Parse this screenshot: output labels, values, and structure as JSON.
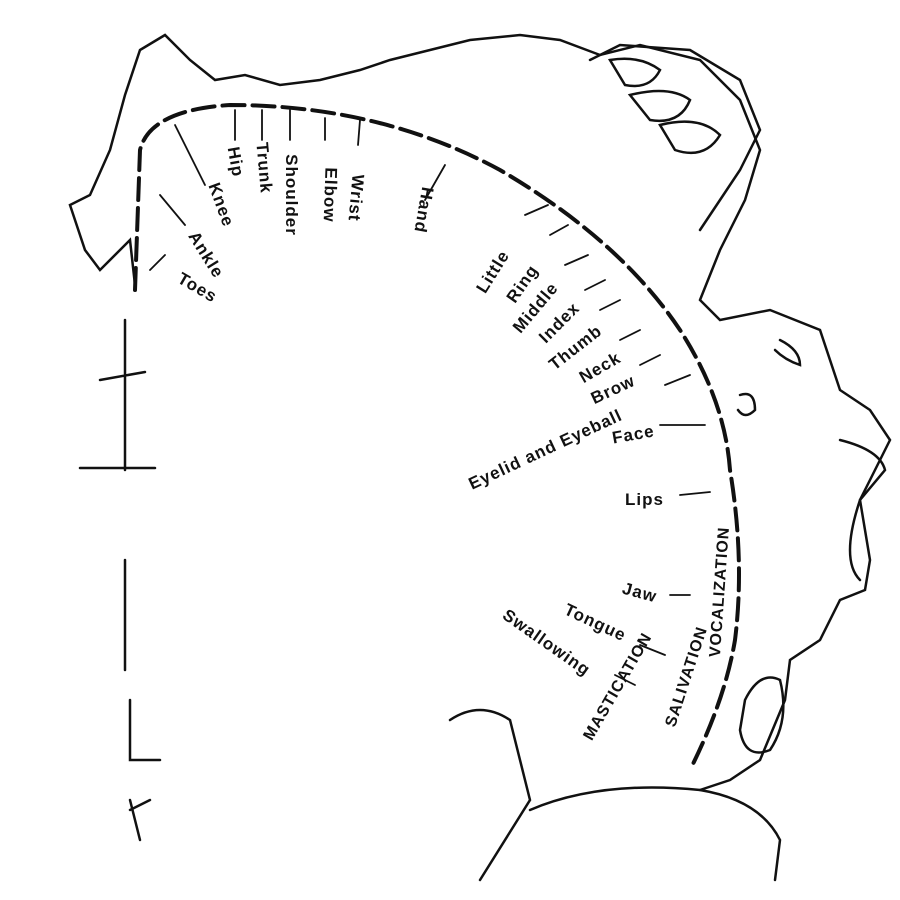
{
  "labels": {
    "toes": "Toes",
    "ankle": "Ankle",
    "knee": "Knee",
    "hip": "Hip",
    "trunk": "Trunk",
    "shoulder": "Shoulder",
    "elbow": "Elbow",
    "wrist": "Wrist",
    "hand": "Hand",
    "little": "Little",
    "ring": "Ring",
    "middle": "Middle",
    "index": "Index",
    "thumb": "Thumb",
    "neck": "Neck",
    "brow": "Brow",
    "eyelid": "Eyelid and Eyeball",
    "face": "Face",
    "lips": "Lips",
    "jaw": "Jaw",
    "tongue": "Tongue",
    "swallowing": "Swallowing",
    "mastication": "MASTICATION",
    "salivation": "SALIVATION",
    "vocalization": "VOCALIZATION"
  }
}
